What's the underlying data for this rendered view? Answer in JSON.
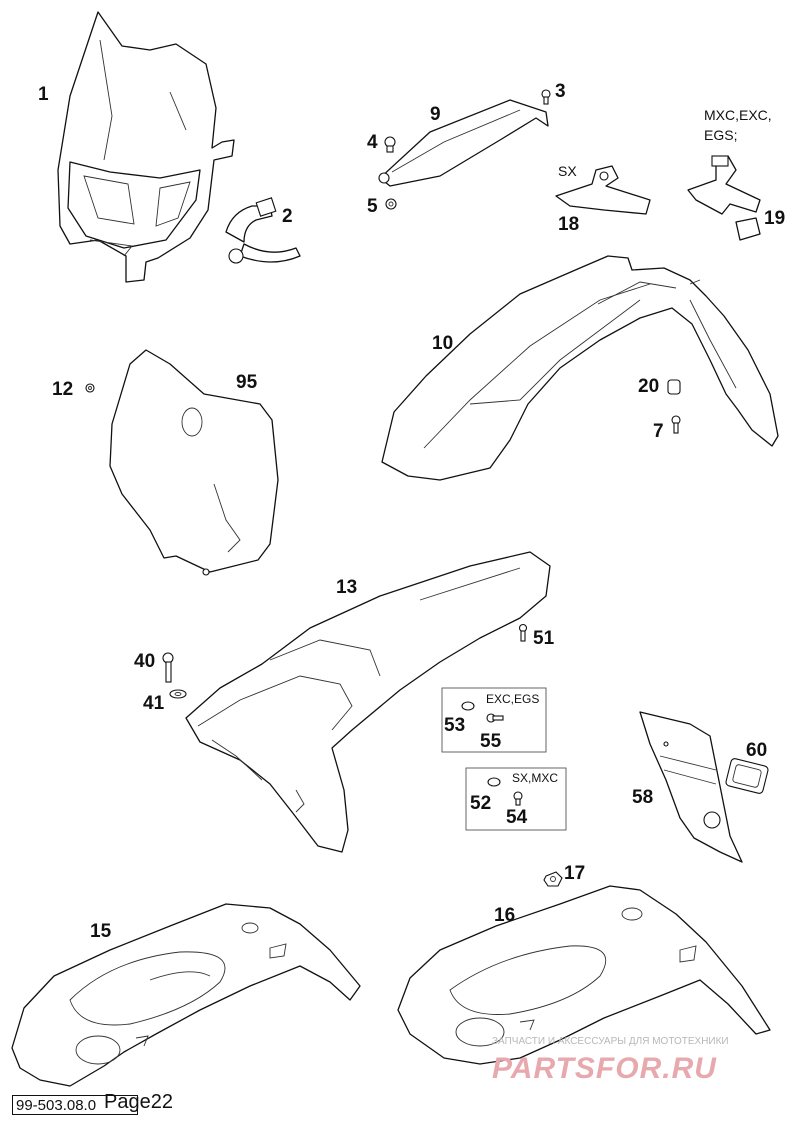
{
  "callouts": {
    "c1": "1",
    "c2": "2",
    "c3": "3",
    "c4": "4",
    "c5": "5",
    "c7": "7",
    "c9": "9",
    "c10": "10",
    "c12": "12",
    "c13": "13",
    "c15": "15",
    "c16": "16",
    "c17": "17",
    "c18": "18",
    "c19": "19",
    "c20": "20",
    "c40": "40",
    "c41": "41",
    "c51": "51",
    "c52": "52",
    "c53": "53",
    "c54": "54",
    "c55": "55",
    "c58": "58",
    "c60": "60",
    "c95": "95"
  },
  "notes": {
    "mxc_line1": "MXC,EXC,",
    "mxc_line2": "EGS;",
    "sx": "SX",
    "exc_egs": "EXC,EGS",
    "sx_mxc": "SX,MXC"
  },
  "watermark": {
    "tagline": "ЗАПЧАСТИ И АКСЕССУАРЫ ДЛЯ МОТОТЕХНИКИ",
    "brand": "PARTSFOR.RU"
  },
  "footer": {
    "doc_number": "99-503.08.0",
    "page_label": "Page22"
  },
  "colors": {
    "line": "#111111",
    "watermark_brand": "#e7a9ad",
    "watermark_tagline": "#b8b8b8"
  }
}
